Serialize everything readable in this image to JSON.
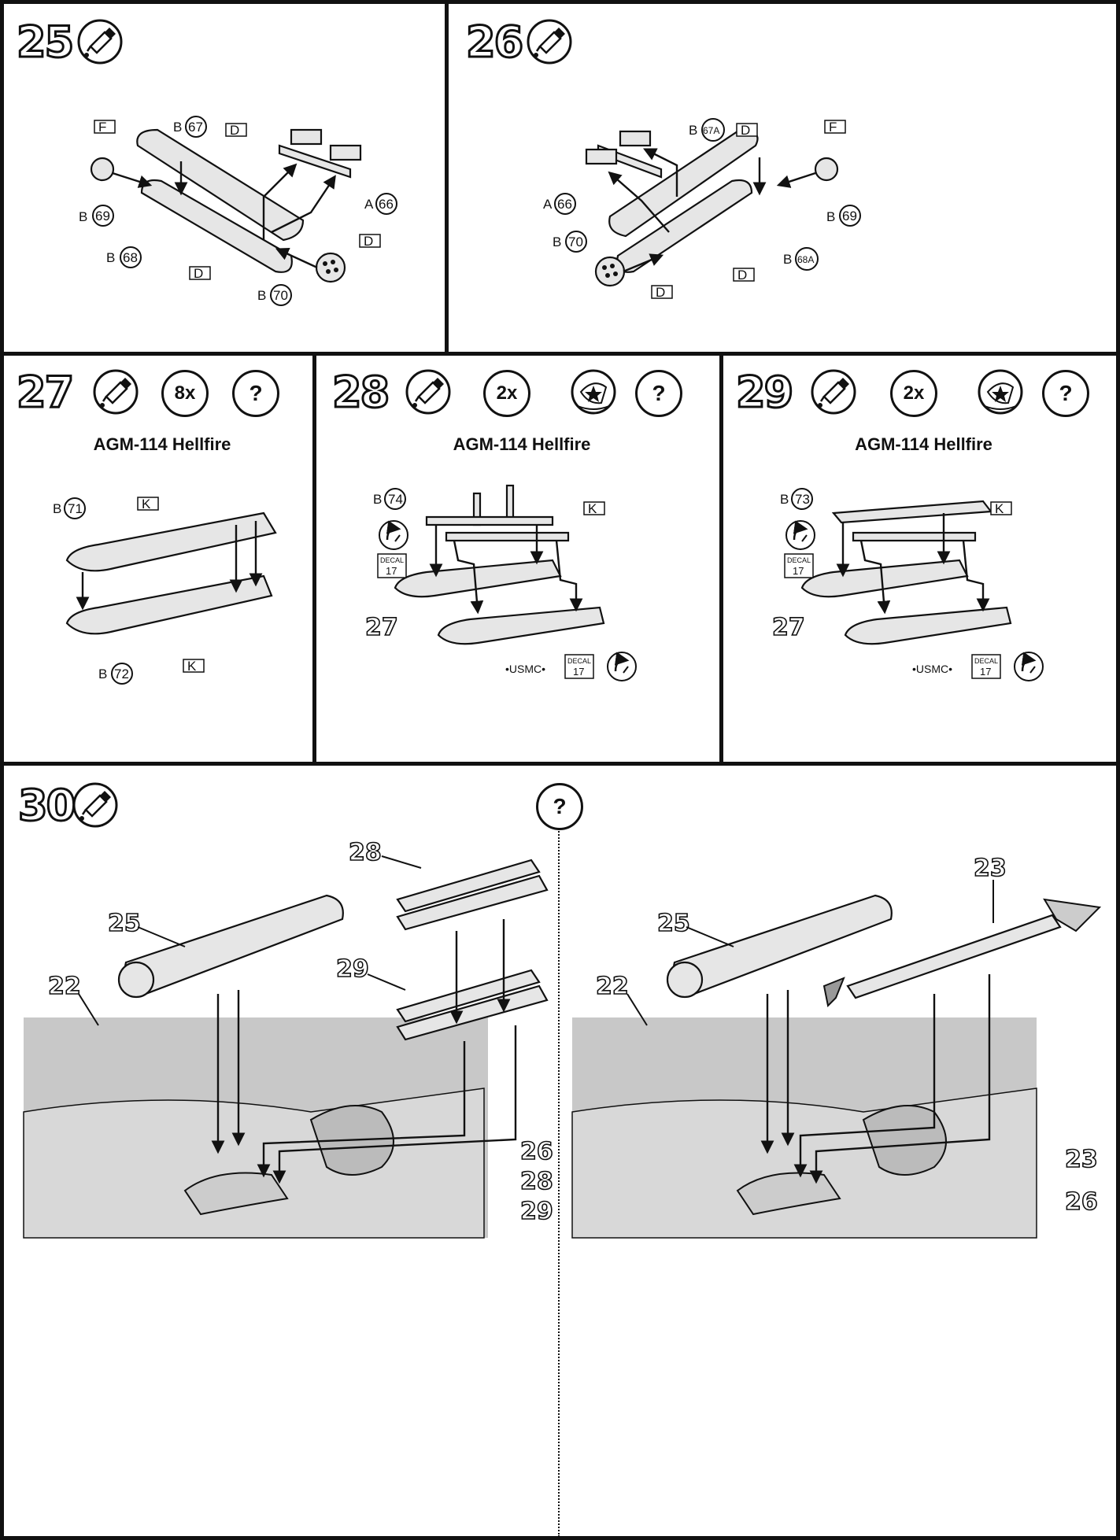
{
  "steps": [
    {
      "number": "25",
      "labels": {
        "b67": "67",
        "b69": "69",
        "b68": "68",
        "a66": "66",
        "b70": "70",
        "F": "F",
        "D": "D",
        "B": "B",
        "A": "A"
      }
    },
    {
      "number": "26",
      "labels": {
        "b67a": "67A",
        "b69": "69",
        "b68a": "68A",
        "a66": "66",
        "b70": "70",
        "F": "F",
        "D": "D",
        "B": "B",
        "A": "A"
      }
    },
    {
      "number": "27",
      "title": "AGM-114 Hellfire",
      "qty": "8x",
      "question": "?",
      "labels": {
        "b71": "71",
        "b72": "72",
        "K": "K",
        "B": "B"
      }
    },
    {
      "number": "28",
      "title": "AGM-114 Hellfire",
      "qty": "2x",
      "question": "?",
      "labels": {
        "b74": "74",
        "K": "K",
        "B": "B",
        "decal": "DECAL",
        "decalnum": "17",
        "sub": "27",
        "usmc": "•USMC•"
      }
    },
    {
      "number": "29",
      "title": "AGM-114 Hellfire",
      "qty": "2x",
      "question": "?",
      "labels": {
        "b73": "73",
        "K": "K",
        "B": "B",
        "decal": "DECAL",
        "decalnum": "17",
        "sub": "27",
        "usmc": "•USMC•"
      }
    },
    {
      "number": "30",
      "question": "?",
      "left": {
        "c25": "25",
        "c22": "22",
        "c28": "28",
        "c29": "29",
        "r1": "26",
        "r2": "28",
        "r3": "29"
      },
      "right": {
        "c25": "25",
        "c22": "22",
        "c23": "23",
        "r1": "23",
        "r2": "26"
      }
    }
  ],
  "icons": [
    "glue-icon",
    "multiplier-icon",
    "question-icon",
    "decal-icon",
    "rotate-icon"
  ]
}
